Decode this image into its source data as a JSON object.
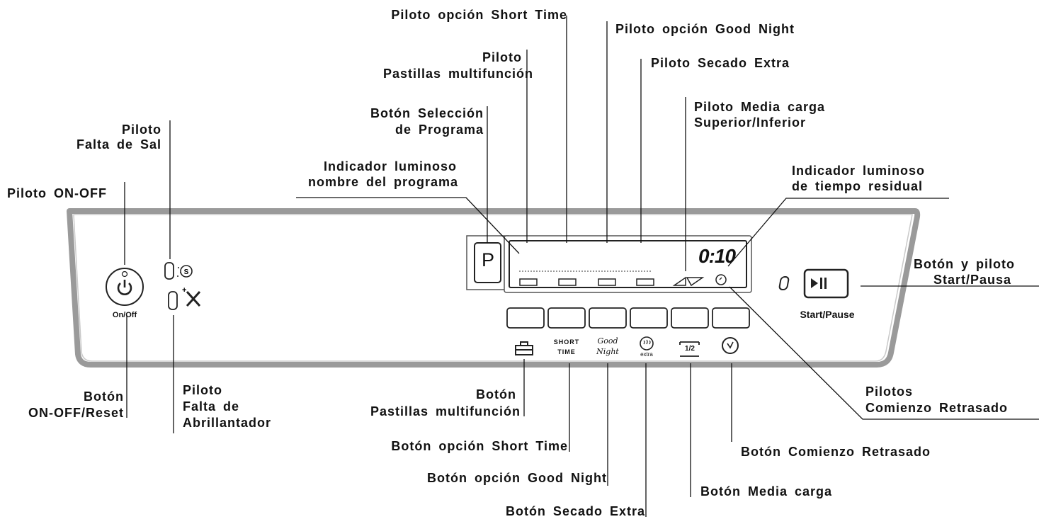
{
  "labels": {
    "short_time_led": "Piloto opción Short Time",
    "good_night_led": "Piloto opción Good Night",
    "tablets_led_1": "Piloto",
    "tablets_led_2": "Pastillas multifunción",
    "extra_dry_led": "Piloto Secado Extra",
    "program_button_1": "Botón Selección",
    "program_button_2": "de Programa",
    "half_load_led_1": "Piloto Media carga",
    "half_load_led_2": "Superior/Inferior",
    "salt_led_1": "Piloto",
    "salt_led_2": "Falta de Sal",
    "program_name_1": "Indicador luminoso",
    "program_name_2": "nombre del programa",
    "residual_time_1": "Indicador luminoso",
    "residual_time_2": "de tiempo residual",
    "onoff_led": "Piloto ON-OFF",
    "start_led_1": "Botón y piloto",
    "start_led_2": "Start/Pausa",
    "onoff_button_1": "Botón",
    "onoff_button_2": "ON-OFF/Reset",
    "rinse_aid_1": "Piloto",
    "rinse_aid_2": "Falta de",
    "rinse_aid_3": "Abrillantador",
    "tablets_button_1": "Botón",
    "tablets_button_2": "Pastillas multifunción",
    "delay_leds_1": "Pilotos",
    "delay_leds_2": "Comienzo Retrasado",
    "short_time_button": "Botón opción Short Time",
    "delay_button": "Botón Comienzo Retrasado",
    "good_night_button": "Botón opción Good Night",
    "half_load_button": "Botón Media carga",
    "extra_dry_button": "Botón Secado Extra"
  },
  "panel": {
    "onoff_caption": "On/Off",
    "program_key": "P",
    "time_display": "0:10",
    "start_caption": "Start/Pause",
    "short_top": "SHORT",
    "short_bottom": "TIME",
    "good_top": "Good",
    "good_bottom": "Night",
    "extra_caption": "extra",
    "half_caption": "1/2"
  },
  "colors": {
    "panel_outline": "#9a9a9a",
    "line": "#111111"
  }
}
